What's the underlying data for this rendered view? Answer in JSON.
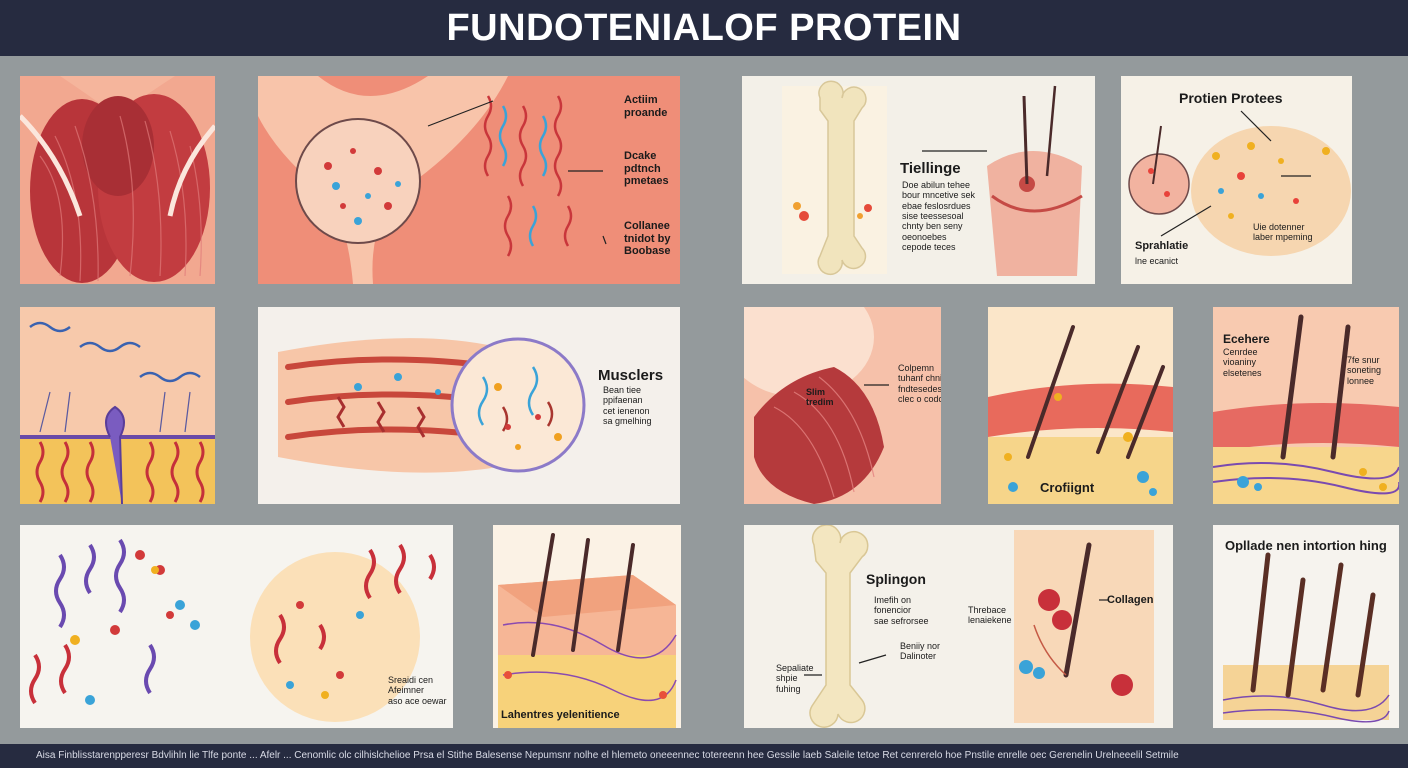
{
  "header": {
    "title": "FUNDOTENIALOF PROTEIN"
  },
  "panels": {
    "p2": {
      "l1": "Actiim\nproande",
      "l2": "Dcake\npdtnch\npmetaes",
      "l3": "Collanee\ntnidot by\nBoobase"
    },
    "p3": {
      "title": "Tiellinge",
      "body": "Doe abilun tehee\nbour mncetive sek\nebae feslosrdues\nsise teessesoal\nchnty ben seny\noeonoebes\ncepode teces"
    },
    "p4": {
      "title": "Protien Protees",
      "l1": "Sprahlatie",
      "l2": "lne ecanict",
      "l3": "Uie dotenner\nlaber mpeming"
    },
    "p6": {
      "title": "Musclers",
      "body": "Bean tiee\nppifaenan\ncet ienenon\nsa gmelhing"
    },
    "p7": {
      "l1": "Slim\ntredim",
      "l2": "Colpemn\ntuhanf chnis\nfndtesedes\nclec o codcing"
    },
    "p8": {
      "l1": "Crofiignt"
    },
    "p9": {
      "title": "Ecehere",
      "l1": "Cenrdee\nvioaniny\nelsetenes",
      "l2": "7fe snur\nsoneting\nlonnee"
    },
    "p10": {
      "l1": "Sreaidi cen\nAfeimner\naso ace oewar"
    },
    "p11": {
      "l1": "Lahentres yelenitience"
    },
    "p12": {
      "title": "Splingon",
      "l1": "Imefih on\nfonencior\nsae sefrorsee",
      "l2": "Beniiy nor\nDalinoter",
      "l3": "Sepaliate\nshpie\nfuhing",
      "l4": "Threbace\nlenaiekene",
      "l5": "Collagen"
    },
    "p13": {
      "title": "Opllade nen intortion hing"
    }
  },
  "footer": {
    "text": "Aisa Finblisstarenpperesr Bdvlihln lie Tlfe ponte ... Afelr ... Cenomlic olc cilhislchelioe Prsa el Stithe Balesense Nepumsnr nolhe el hlemeto oneeennec totereenn hee Gessile laeb Saleile tetoe Ret cenrerelo hoe Pnstile enrelle oec Gerenelin Urelneeelil Setmile"
  }
}
